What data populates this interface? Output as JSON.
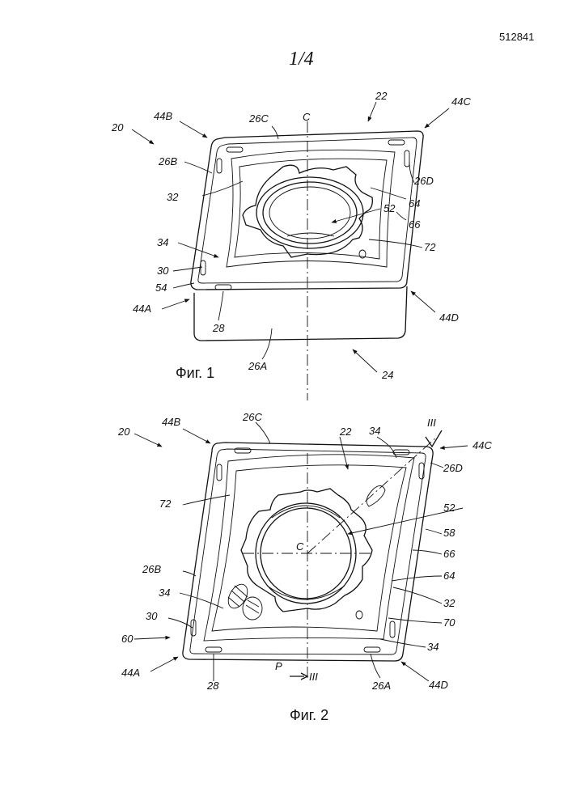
{
  "page": {
    "doc_number": "512841",
    "sheet": "1/4"
  },
  "figure1": {
    "caption": "Фиг. 1",
    "labels": {
      "n20": "20",
      "n44B": "44B",
      "n26C": "26C",
      "nC": "C",
      "n22": "22",
      "n44C": "44C",
      "n26B": "26B",
      "n26D": "26D",
      "n32": "32",
      "n64": "64",
      "n52": "52",
      "n66": "66",
      "n34": "34",
      "n72": "72",
      "n30": "30",
      "n54": "54",
      "n44A": "44A",
      "n28": "28",
      "n44D": "44D",
      "n26A": "26A",
      "n24": "24"
    }
  },
  "figure2": {
    "caption": "Фиг. 2",
    "labels": {
      "n20": "20",
      "n44B": "44B",
      "n26C": "26C",
      "n22": "22",
      "n34a": "34",
      "nIIIa": "III",
      "n44C": "44C",
      "n26D": "26D",
      "n72": "72",
      "n52": "52",
      "nC": "C",
      "n58": "58",
      "n66": "66",
      "n26B": "26B",
      "n64": "64",
      "n34b": "34",
      "n32": "32",
      "n30": "30",
      "n70": "70",
      "n60": "60",
      "n34c": "34",
      "n44A": "44A",
      "nP": "P",
      "nIIIb": "III",
      "n28": "28",
      "n26A": "26A",
      "n44D": "44D"
    }
  }
}
